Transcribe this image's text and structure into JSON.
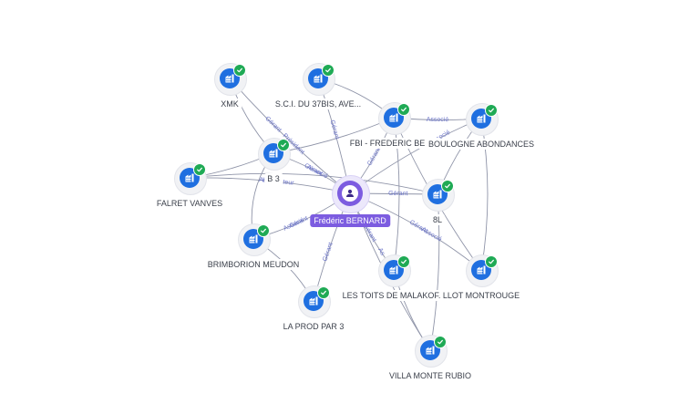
{
  "colors": {
    "person_accent": "#7c5ce0",
    "company_accent": "#1f6fe0",
    "verified": "#1faa55",
    "edge": "#8f94a8",
    "edge_label": "#6b74c9"
  },
  "center": {
    "label": "Frédéric BERNARD",
    "icon": "person-icon"
  },
  "companies": [
    {
      "id": "xmk",
      "label": "XMK",
      "icon": "building-icon"
    },
    {
      "id": "sci",
      "label": "S.C.I. DU 37BIS, AVE...",
      "icon": "building-icon"
    },
    {
      "id": "fbi",
      "label": "FBI - FREDERIC BER...",
      "icon": "building-icon"
    },
    {
      "id": "boulogne",
      "label": "BOULOGNE ABONDANCES",
      "icon": "building-icon"
    },
    {
      "id": "b3",
      "label": "B 3",
      "icon": "building-icon"
    },
    {
      "id": "falret",
      "label": "FALRET VANVES",
      "icon": "building-icon"
    },
    {
      "id": "8l",
      "label": "8L",
      "icon": "building-icon"
    },
    {
      "id": "brimborion",
      "label": "BRIMBORION MEUDON",
      "icon": "building-icon"
    },
    {
      "id": "lestoits",
      "label": "LES TOITS DE MALAKOF...",
      "icon": "building-icon"
    },
    {
      "id": "llot",
      "label": "LLOT MONTROUGE",
      "icon": "building-icon"
    },
    {
      "id": "laprod",
      "label": "LA PROD PAR 3",
      "icon": "building-icon"
    },
    {
      "id": "villa",
      "label": "VILLA MONTE RUBIO",
      "icon": "building-icon"
    }
  ],
  "edge_labels": {
    "president": "Président",
    "gerant": "Gérant",
    "associe": "Associé",
    "liquidateur": "Liquidateur",
    "associe_short": "As"
  }
}
